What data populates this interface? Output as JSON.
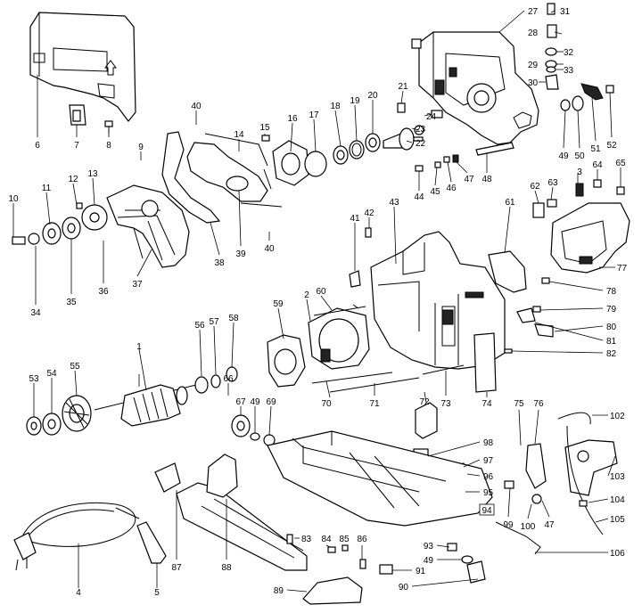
{
  "callouts": [
    {
      "label": "1"
    },
    {
      "label": "2"
    },
    {
      "label": "3"
    },
    {
      "label": "4"
    },
    {
      "label": "5"
    },
    {
      "label": "6"
    },
    {
      "label": "7"
    },
    {
      "label": "8"
    },
    {
      "label": "9"
    },
    {
      "label": "10"
    },
    {
      "label": "11"
    },
    {
      "label": "12"
    },
    {
      "label": "13"
    },
    {
      "label": "14"
    },
    {
      "label": "15"
    },
    {
      "label": "16"
    },
    {
      "label": "17"
    },
    {
      "label": "18"
    },
    {
      "label": "19"
    },
    {
      "label": "20"
    },
    {
      "label": "21"
    },
    {
      "label": "22"
    },
    {
      "label": "23"
    },
    {
      "label": "24"
    },
    {
      "label": "27"
    },
    {
      "label": "28"
    },
    {
      "label": "29"
    },
    {
      "label": "30"
    },
    {
      "label": "31"
    },
    {
      "label": "32"
    },
    {
      "label": "33"
    },
    {
      "label": "34"
    },
    {
      "label": "35"
    },
    {
      "label": "36"
    },
    {
      "label": "37"
    },
    {
      "label": "38"
    },
    {
      "label": "39"
    },
    {
      "label": "40"
    },
    {
      "label": "40"
    },
    {
      "label": "41"
    },
    {
      "label": "42"
    },
    {
      "label": "43"
    },
    {
      "label": "44"
    },
    {
      "label": "45"
    },
    {
      "label": "46"
    },
    {
      "label": "47"
    },
    {
      "label": "48"
    },
    {
      "label": "49"
    },
    {
      "label": "50"
    },
    {
      "label": "51"
    },
    {
      "label": "52"
    },
    {
      "label": "53"
    },
    {
      "label": "54"
    },
    {
      "label": "55"
    },
    {
      "label": "56"
    },
    {
      "label": "57"
    },
    {
      "label": "58"
    },
    {
      "label": "59"
    },
    {
      "label": "60"
    },
    {
      "label": "61"
    },
    {
      "label": "62"
    },
    {
      "label": "63"
    },
    {
      "label": "64"
    },
    {
      "label": "65"
    },
    {
      "label": "66"
    },
    {
      "label": "67"
    },
    {
      "label": "49"
    },
    {
      "label": "69"
    },
    {
      "label": "70"
    },
    {
      "label": "71"
    },
    {
      "label": "72"
    },
    {
      "label": "73"
    },
    {
      "label": "74"
    },
    {
      "label": "75"
    },
    {
      "label": "76"
    },
    {
      "label": "77"
    },
    {
      "label": "78"
    },
    {
      "label": "79"
    },
    {
      "label": "80"
    },
    {
      "label": "81"
    },
    {
      "label": "82"
    },
    {
      "label": "83"
    },
    {
      "label": "84"
    },
    {
      "label": "85"
    },
    {
      "label": "86"
    },
    {
      "label": "87"
    },
    {
      "label": "88"
    },
    {
      "label": "89"
    },
    {
      "label": "90"
    },
    {
      "label": "91"
    },
    {
      "label": "93"
    },
    {
      "label": "49"
    },
    {
      "label": "94"
    },
    {
      "label": "95"
    },
    {
      "label": "96"
    },
    {
      "label": "97"
    },
    {
      "label": "98"
    },
    {
      "label": "99"
    },
    {
      "label": "100"
    },
    {
      "label": "47"
    },
    {
      "label": "102"
    },
    {
      "label": "103"
    },
    {
      "label": "104"
    },
    {
      "label": "105"
    },
    {
      "label": "106"
    }
  ]
}
